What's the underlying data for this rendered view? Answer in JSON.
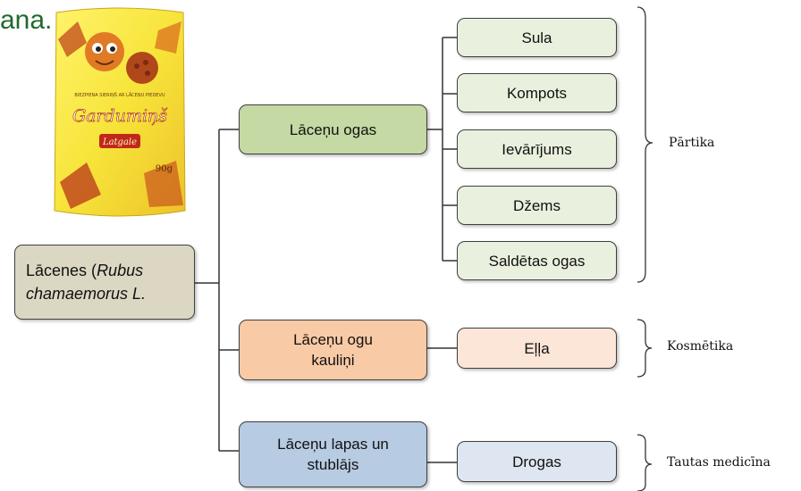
{
  "title_fragment": "ana.",
  "package": {
    "text_top": "BIEZPIENA SIERIŅŠ AR LĀCEŅU PIEDEVU",
    "brand": "Gardumiņš",
    "maker": "Latgale",
    "weight": "90g"
  },
  "root": {
    "line1": "Lācenes (",
    "line1_italic": "Rubus",
    "line2_italic": "chamaemorus L."
  },
  "branches": [
    {
      "label": "Lāceņu ogas",
      "products": [
        "Sula",
        "Kompots",
        "Ievārījums",
        "Džems",
        "Saldētas ogas"
      ],
      "category": "Pārtika"
    },
    {
      "label_line1": "Lāceņu ogu",
      "label_line2": "kauliņi",
      "products": [
        "Eļļa"
      ],
      "category": "Kosmētika"
    },
    {
      "label_line1": "Lāceņu lapas un",
      "label_line2": "stublājs",
      "products": [
        "Drogas"
      ],
      "category": "Tautas medicīna"
    }
  ],
  "colors": {
    "root_fill": "#dcd7c3",
    "branch_green": "#c4d9a3",
    "branch_orange": "#f8caa6",
    "branch_blue": "#b7cbe2",
    "leaf_green": "#e9f1de",
    "leaf_orange": "#fbe6d7",
    "leaf_blue": "#dde6f1",
    "title_color": "#1f6b2e"
  }
}
